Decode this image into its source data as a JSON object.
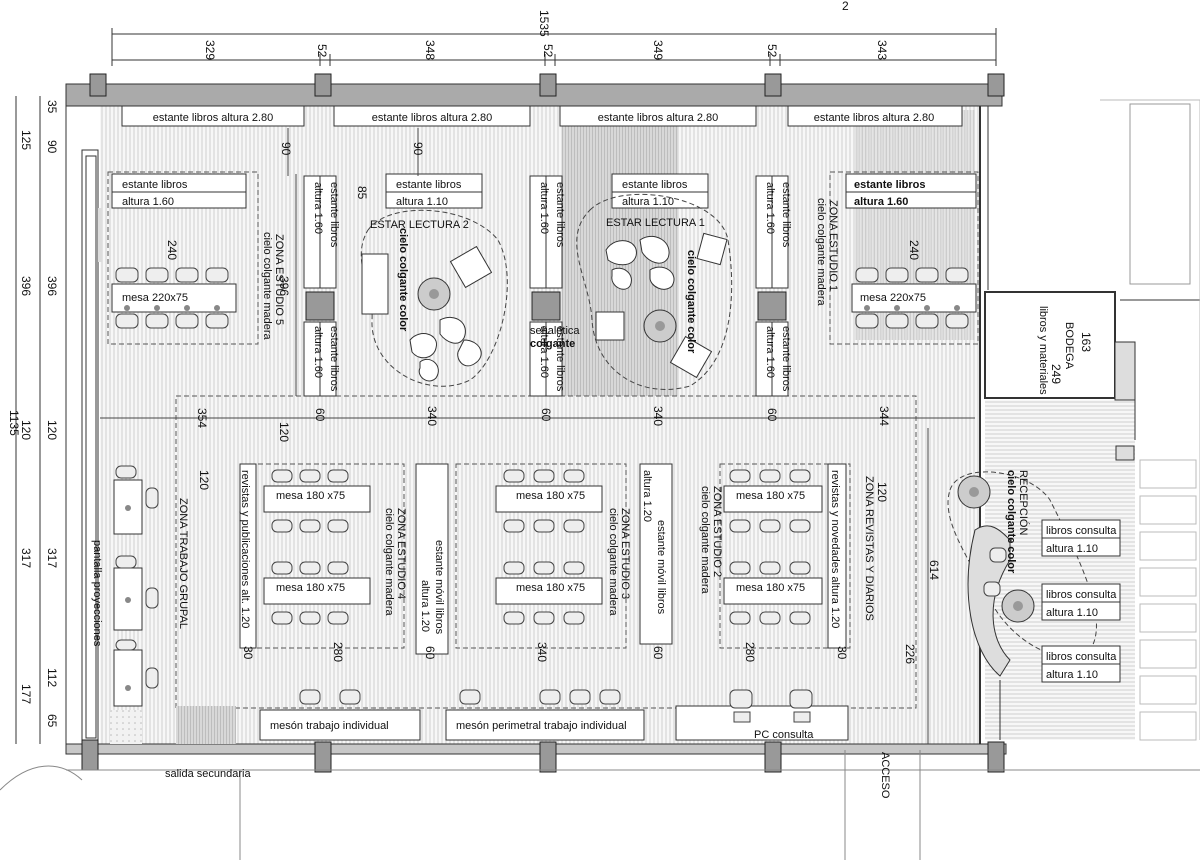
{
  "dims_top": {
    "total": "1535",
    "segments": [
      "329",
      "52",
      "348",
      "52",
      "349",
      "52",
      "343"
    ],
    "note": "2"
  },
  "dims_left": {
    "total": "1135",
    "segments": [
      "35",
      "125",
      "90",
      "396",
      "396",
      "120",
      "120",
      "317",
      "317",
      "112",
      "177",
      "65"
    ]
  },
  "dims_inner": {
    "d90a": "90",
    "d90b": "90",
    "d85": "85",
    "d240a": "240",
    "d240b": "240",
    "d396": "396",
    "d354": "354",
    "d120a": "120",
    "d60a": "60",
    "d340a": "340",
    "d60b": "60",
    "d340b": "340",
    "d60c": "60",
    "d344": "344",
    "d120b": "120",
    "d120c": "120",
    "d30a": "30",
    "d280a": "280",
    "d60d": "60",
    "d340c": "340",
    "d60e": "60",
    "d280b": "280",
    "d30b": "30",
    "d226": "226",
    "d614": "614",
    "d163": "163",
    "d249": "249"
  },
  "shelves_top": [
    "estante libros altura 2.80",
    "estante libros altura 2.80",
    "estante libros altura 2.80",
    "estante libros altura 2.80"
  ],
  "shelf_boxes": {
    "s1_l1": "estante libros",
    "s1_l2": "altura 1.60",
    "s2_l1": "estante libros",
    "s2_l2": "altura 1.10",
    "s3_l1": "estante libros",
    "s3_l2": "altura 1.10",
    "s4_l1": "estante libros",
    "s4_l2": "altura 1.60"
  },
  "vertical_shelves": {
    "v1a": "estante libros",
    "v1b": "altura 1.60",
    "v2a": "estante libros",
    "v2b": "altura 1.60",
    "v3a": "estante libros",
    "v3b": "altura 1.60",
    "v4a": "estante libros",
    "v4b": "altura 1.60",
    "v5a": "estante libros",
    "v5b": "altura 1.60",
    "v6a": "estante libros",
    "v6b": "altura 1.60"
  },
  "zones": {
    "zona5a": "ZONA ESTUDIO 5",
    "zona5b": "cielo colgante madera",
    "zona1a": "ZONA ESTUDIO 1",
    "zona1b": "cielo colgante madera",
    "estar2": "ESTAR LECTURA 2",
    "estar1": "ESTAR LECTURA 1",
    "cielo_color_a": "cielo colgante color",
    "cielo_color_b": "cielo colgante color",
    "senaletica1": "señalética",
    "senaletica2": "colgante",
    "zona4a": "ZONA ESTUDIO 4",
    "zona4b": "cielo colgante madera",
    "zona3a": "ZONA ESTUDIO 3",
    "zona3b": "cielo colgante madera",
    "zona2a": "ZONA ESTUDIO 2",
    "zona2b": "cielo colgante madera",
    "trabajo_grupal": "ZONA TRABAJO GRUPAL",
    "revistas_diarios": "ZONA REVISTAS Y DIARIOS",
    "recepcion_a": "RECEPCIÓN",
    "recepcion_b": "cielo colgante color",
    "bodega_a": "BODEGA",
    "bodega_b": "libros y materiales"
  },
  "furniture": {
    "mesa220a": "mesa 220x75",
    "mesa220b": "mesa 220x75",
    "mesa180_1": "mesa 180 x75",
    "mesa180_2": "mesa 180 x75",
    "mesa180_3": "mesa 180 x75",
    "mesa180_4": "mesa 180 x75",
    "mesa180_5": "mesa 180 x75",
    "mesa180_6": "mesa 180 x75",
    "revistas_pub": "revistas y publicaciones alt. 1.20",
    "revistas_nov": "revistas y novedades altura 1.20",
    "movil1a": "estante móvil libros",
    "movil1b": "altura 1.20",
    "movil2a": "estante móvil libros",
    "movil2b": "altura 1.20",
    "meson_ind": "mesón trabajo individual",
    "meson_per": "mesón perimetral trabajo individual",
    "pc": "PC consulta",
    "pantalla": "pantalla proyecciones",
    "lc1a": "libros consulta",
    "lc1b": "altura 1.10",
    "lc2a": "libros consulta",
    "lc2b": "altura 1.10",
    "lc3a": "libros consulta",
    "lc3b": "altura 1.10"
  },
  "access": {
    "salida": "salida secundaria",
    "acceso": "ACCESO"
  }
}
